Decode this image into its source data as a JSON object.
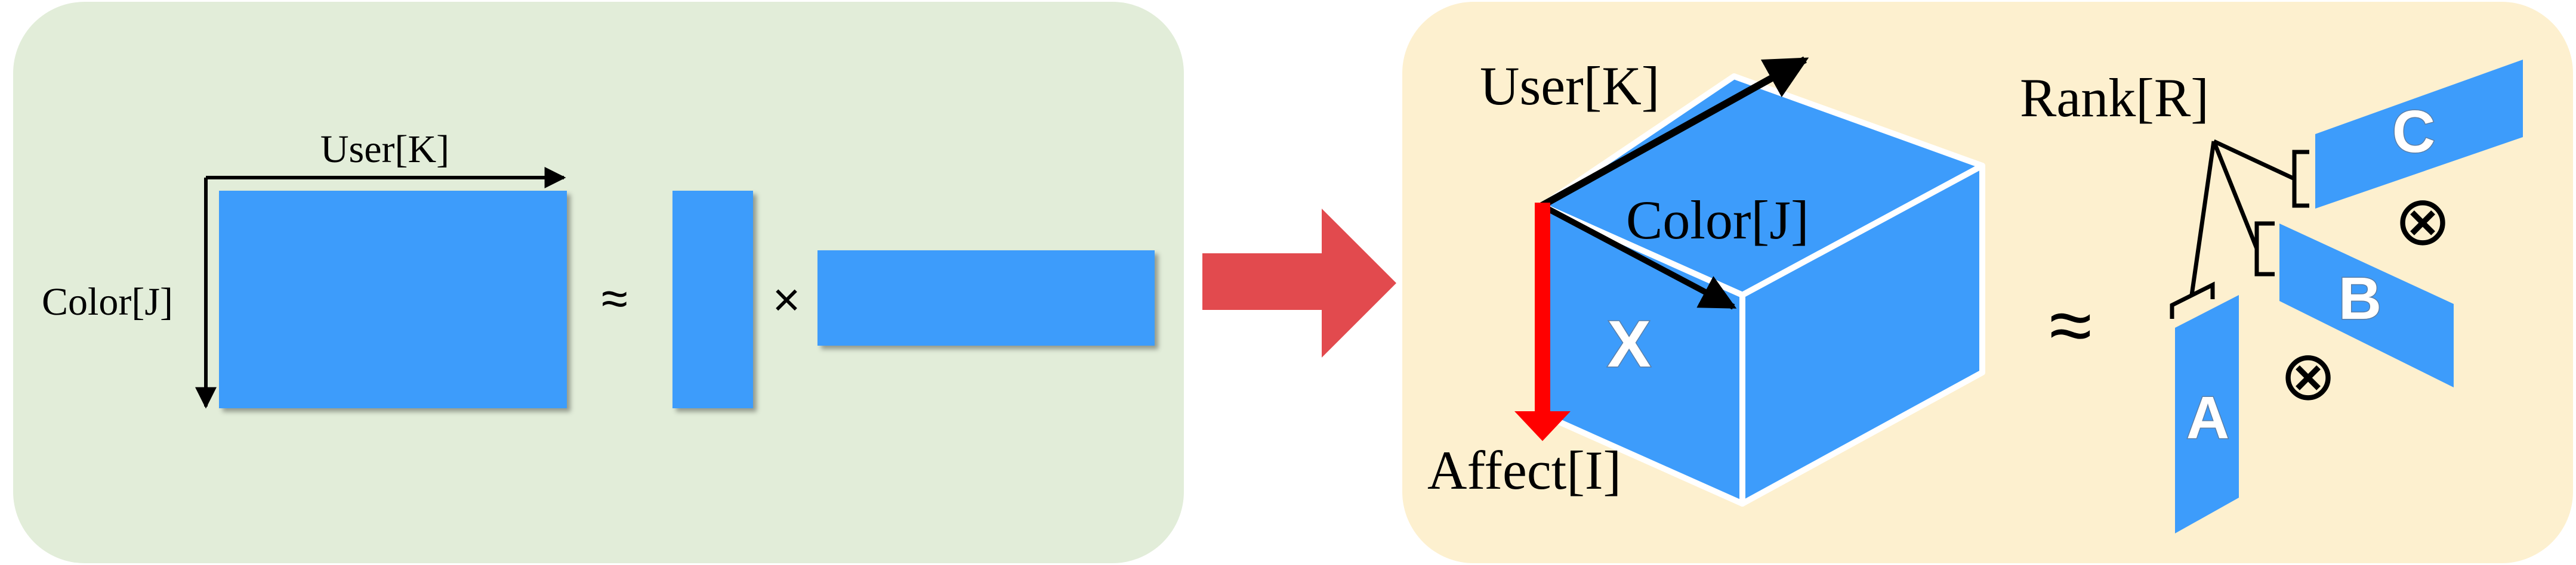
{
  "colors": {
    "left_panel": "#e2edd9",
    "right_panel": "#fdf0cf",
    "tensor_blue": "#3d9cfb",
    "arrow_red": "#e24a4e",
    "axis_red": "#ff0000",
    "axis_black": "#000000"
  },
  "matrix_panel": {
    "axis_user": "User[K]",
    "axis_color": "Color[J]",
    "approx_symbol": "≈",
    "times_symbol": "×"
  },
  "transition_arrow": {
    "icon": "right-arrow-icon"
  },
  "tensor_panel": {
    "axis_user": "User[K]",
    "axis_color": "Color[J]",
    "axis_affect": "Affect[I]",
    "tensor_label": "X",
    "approx_symbol": "≈",
    "rank_label": "Rank[R]",
    "factor_a": "A",
    "factor_b": "B",
    "factor_c": "C",
    "outer_product_1": "⊗",
    "outer_product_2": "⊗"
  }
}
